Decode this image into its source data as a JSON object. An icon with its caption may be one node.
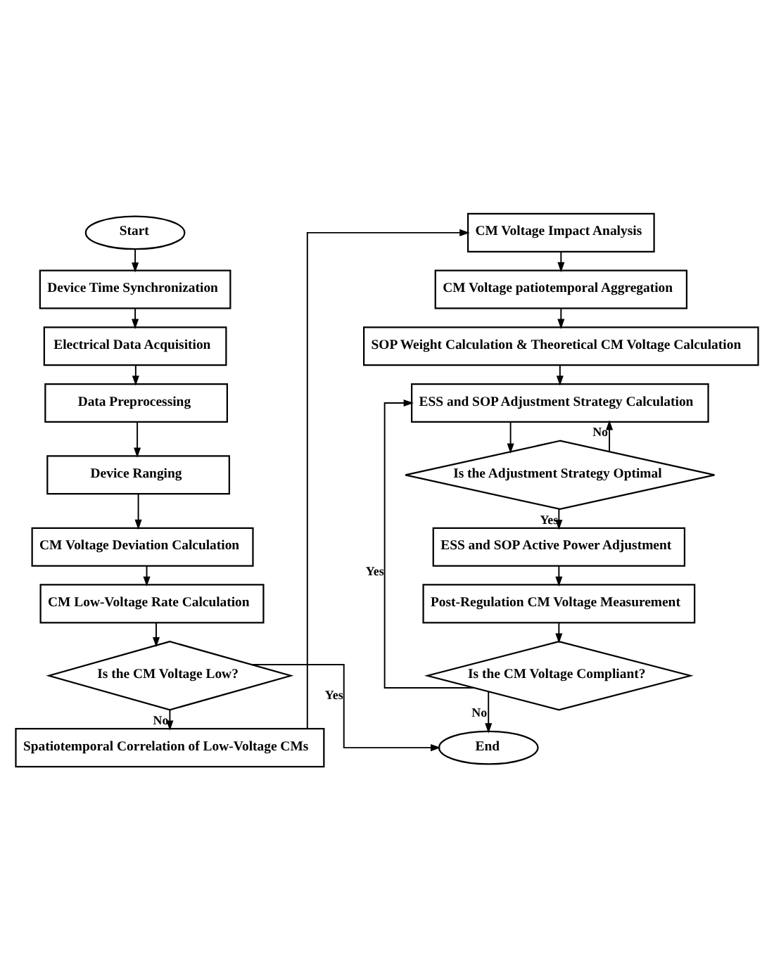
{
  "diagram": {
    "nodes": [
      {
        "text": [
          "Start"
        ]
      },
      {
        "text": [
          "Device Time Synchronization"
        ]
      },
      {
        "text": [
          "Electrical Data Acquisition"
        ]
      },
      {
        "text": [
          "Data Preprocessing"
        ]
      },
      {
        "text": [
          "Device Ranging"
        ]
      },
      {
        "text": [
          "CM Voltage Deviation Calculation"
        ]
      },
      {
        "text": [
          "CM Low-Voltage Rate Calculation"
        ]
      },
      {
        "text": [
          "Is the CM Voltage Low?"
        ]
      },
      {
        "text": [
          "Spatiotemporal Correlation of Low-Voltage CMs"
        ]
      },
      {
        "text": [
          "CM Voltage Impact Analysis"
        ]
      },
      {
        "text": [
          "CM Voltage patiotemporal Aggregation"
        ]
      },
      {
        "text": [
          "SOP Weight Calculation & Theoretical CM Voltage Calculation"
        ]
      },
      {
        "text": [
          "ESS and SOP Adjustment Strategy Calculation"
        ]
      },
      {
        "text": [
          "Is the Adjustment Strategy Optimal"
        ]
      },
      {
        "text": [
          "ESS and SOP Active Power Adjustment"
        ]
      },
      {
        "text": [
          "Post-Regulation CM Voltage Measurement"
        ]
      },
      {
        "text": [
          "Is the CM Voltage Compliant?"
        ]
      },
      {
        "text": [
          "End"
        ]
      }
    ],
    "edges": [
      {
        "from": 0,
        "to": 1,
        "arrow": "to"
      },
      {
        "from": 1,
        "to": 2,
        "arrow": "to"
      },
      {
        "from": 2,
        "to": 3,
        "arrow": "to"
      },
      {
        "from": 3,
        "to": 4,
        "arrow": "to"
      },
      {
        "from": 4,
        "to": 5,
        "arrow": "to"
      },
      {
        "from": 5,
        "to": 6,
        "arrow": "to"
      },
      {
        "from": 6,
        "to": 7,
        "arrow": "to"
      },
      {
        "from": 7,
        "to": 8,
        "arrow": "to",
        "label": "No"
      },
      {
        "from": 7,
        "to": 17,
        "arrow": "to",
        "label": "Yes"
      },
      {
        "from": 8,
        "to": 9,
        "arrow": "to"
      },
      {
        "from": 9,
        "to": 10,
        "arrow": "to"
      },
      {
        "from": 10,
        "to": 11,
        "arrow": "to"
      },
      {
        "from": 11,
        "to": 12,
        "arrow": "to"
      },
      {
        "from": 12,
        "to": 13,
        "arrow": "to"
      },
      {
        "from": 13,
        "to": 14,
        "arrow": "to",
        "label": "Yes"
      },
      {
        "from": 13,
        "to": 12,
        "arrow": "to",
        "label": "No"
      },
      {
        "from": 14,
        "to": 15,
        "arrow": "to"
      },
      {
        "from": 15,
        "to": 16,
        "arrow": "to"
      },
      {
        "from": 16,
        "to": 12,
        "arrow": "to",
        "label": "Yes"
      },
      {
        "from": 16,
        "to": 17,
        "arrow": "to",
        "label": "No"
      }
    ]
  }
}
